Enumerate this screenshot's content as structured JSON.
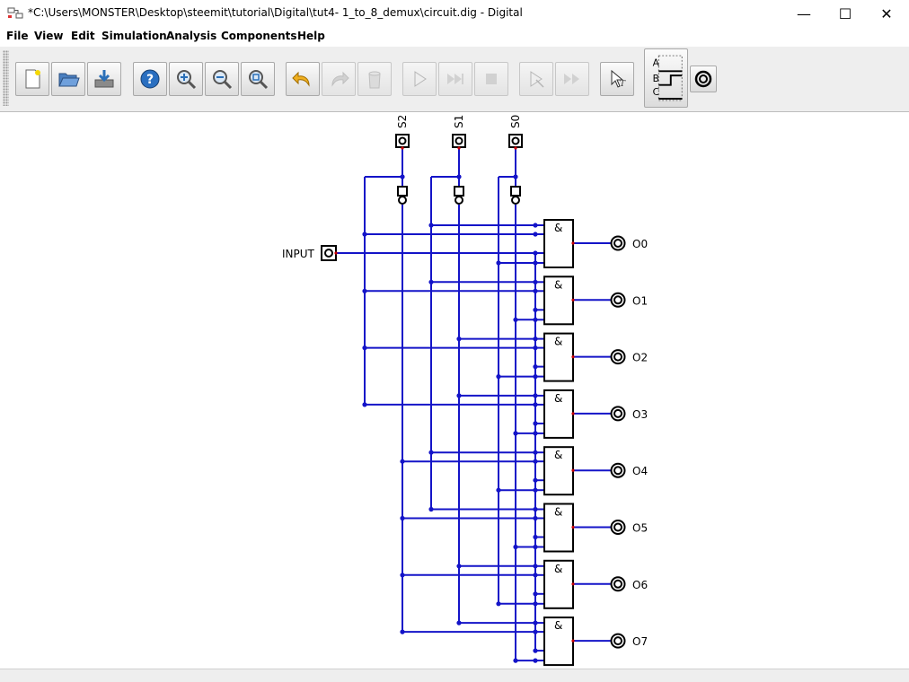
{
  "window": {
    "title": "*C:\\Users\\MONSTER\\Desktop\\steemit\\tutorial\\Digital\\tut4- 1_to_8_demux\\circuit.dig - Digital",
    "controls": {
      "minimize": "—",
      "maximize": "☐",
      "close": "✕"
    }
  },
  "menu": {
    "items": [
      "File",
      "View",
      "Edit",
      "Simulation",
      "Analysis",
      "Components",
      "Help"
    ]
  },
  "toolbar": {
    "buttons": [
      {
        "name": "new-file",
        "icon": "new-file-icon"
      },
      {
        "name": "open-file",
        "icon": "open-folder-icon"
      },
      {
        "name": "save-file",
        "icon": "save-icon"
      },
      {
        "name": "help",
        "icon": "help-icon"
      },
      {
        "name": "zoom-in",
        "icon": "zoom-in-icon"
      },
      {
        "name": "zoom-out",
        "icon": "zoom-out-icon"
      },
      {
        "name": "zoom-fit",
        "icon": "zoom-fit-icon"
      },
      {
        "name": "undo",
        "icon": "undo-icon"
      },
      {
        "name": "redo",
        "icon": "redo-icon"
      },
      {
        "name": "delete",
        "icon": "delete-icon"
      },
      {
        "name": "start-simulation",
        "icon": "play-icon"
      },
      {
        "name": "run-to-break",
        "icon": "fast-forward-icon"
      },
      {
        "name": "stop-simulation",
        "icon": "stop-icon"
      },
      {
        "name": "micro-step",
        "icon": "step-icon"
      },
      {
        "name": "fast-run",
        "icon": "double-arrow-icon"
      },
      {
        "name": "analyze",
        "icon": "cursor-icon"
      }
    ],
    "timing_diagram_labels": [
      "A",
      "B",
      "C"
    ],
    "probe_icon": "probe-icon"
  },
  "circuit": {
    "select_inputs": [
      "S2",
      "S1",
      "S0"
    ],
    "data_input": "INPUT",
    "gate_symbol": "&",
    "outputs": [
      "O0",
      "O1",
      "O2",
      "O3",
      "O4",
      "O5",
      "O6",
      "O7"
    ],
    "colors": {
      "wire": "#1414c8",
      "component": "#000000",
      "pin_dot": "#cc0000"
    }
  }
}
